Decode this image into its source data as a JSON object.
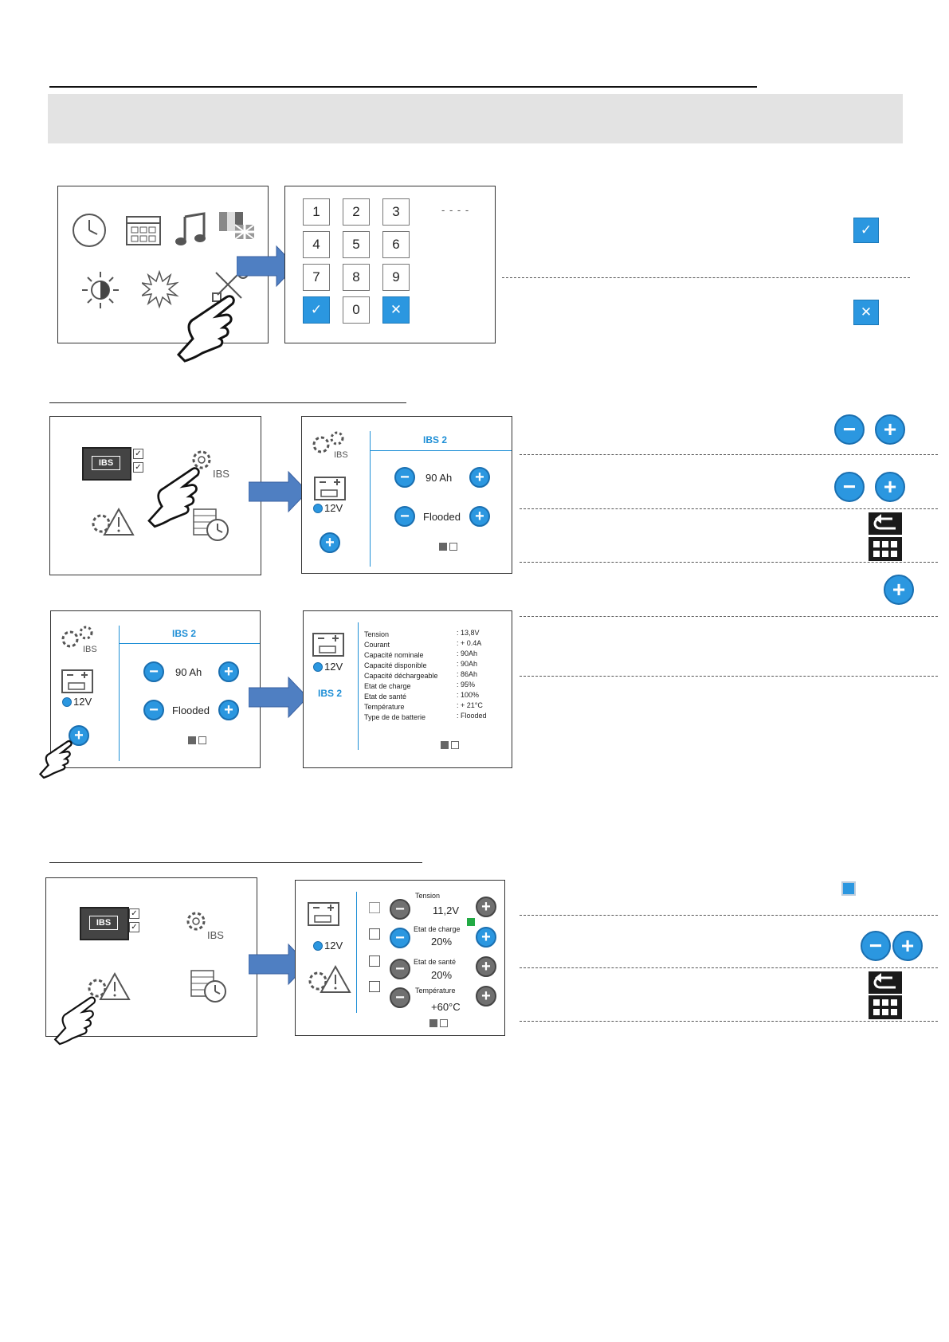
{
  "keypad": {
    "keys": [
      "1",
      "2",
      "3",
      "4",
      "5",
      "6",
      "7",
      "8",
      "9",
      "0"
    ],
    "code_display": "- - - -"
  },
  "ibs_settings": {
    "title": "IBS 2",
    "capacity": "90 Ah",
    "battery_type": "Flooded",
    "voltage": "12V",
    "ibs_badge": "IBS"
  },
  "ibs_details": {
    "title": "IBS 2",
    "voltage": "12V",
    "rows": [
      {
        "label": "Tension",
        "value": ": 13,8V"
      },
      {
        "label": "Courant",
        "value": ": + 0.4A"
      },
      {
        "label": "Capacité nominale",
        "value": ": 90Ah"
      },
      {
        "label": "Capacité disponible",
        "value": ": 90Ah"
      },
      {
        "label": "Capacité déchargeable",
        "value": ": 86Ah"
      },
      {
        "label": "Etat de charge",
        "value": ": 95%"
      },
      {
        "label": "Etat de santé",
        "value": ": 100%"
      },
      {
        "label": "Température",
        "value": ": + 21°C"
      },
      {
        "label": "Type de de batterie",
        "value": ": Flooded"
      }
    ]
  },
  "alarms": {
    "voltage": "12V",
    "items": [
      {
        "label": "Tension",
        "value": "11,2V"
      },
      {
        "label": "Etat de charge",
        "value": "20%"
      },
      {
        "label": "Etat de santé",
        "value": "20%"
      },
      {
        "label": "Température",
        "value": "+60°C"
      }
    ]
  },
  "colors": {
    "accent": "#2b97e0",
    "header_band": "#e3e3e3",
    "alarm_active": "#22aa44"
  }
}
